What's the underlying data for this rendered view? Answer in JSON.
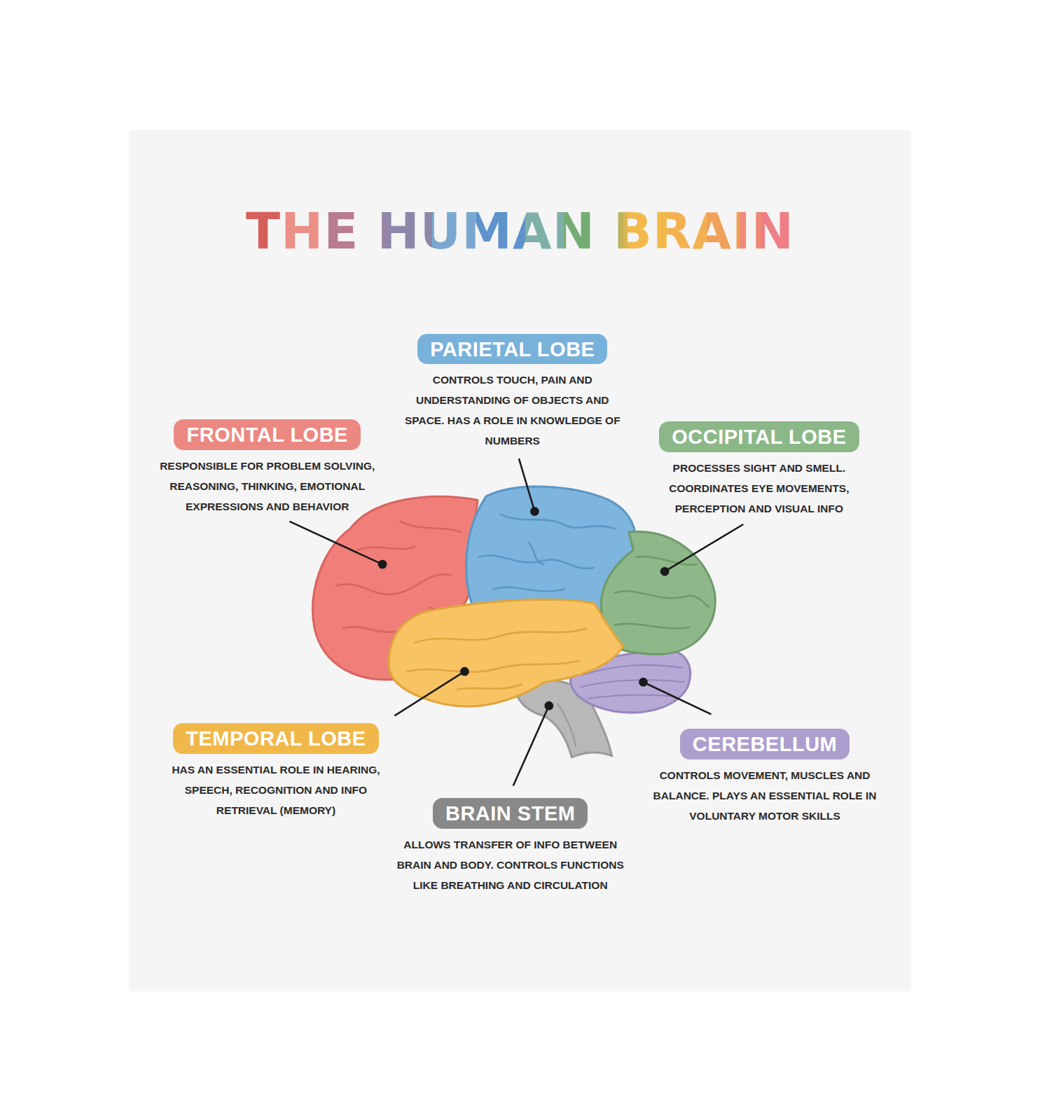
{
  "diagram": {
    "title": "THE HUMAN BRAIN",
    "nodes": [
      {
        "text": [
          "PARIETAL LOBE",
          "CONTROLS TOUCH, PAIN AND UNDERSTANDING OF OBJECTS AND SPACE. HAS A ROLE IN KNOWLEDGE OF NUMBERS"
        ]
      },
      {
        "text": [
          "FRONTAL LOBE",
          "RESPONSIBLE FOR PROBLEM SOLVING, REASONING, THINKING, EMOTIONAL EXPRESSIONS AND BEHAVIOR"
        ]
      },
      {
        "text": [
          "OCCIPITAL LOBE",
          "PROCESSES SIGHT AND SMELL. COORDINATES EYE MOVEMENTS, PERCEPTION AND VISUAL INFO"
        ]
      },
      {
        "text": [
          "TEMPORAL LOBE",
          "HAS AN ESSENTIAL ROLE IN HEARING, SPEECH, RECOGNITION AND INFO RETRIEVAL (MEMORY)"
        ]
      },
      {
        "text": [
          "CEREBELLUM",
          "CONTROLS MOVEMENT, MUSCLES AND BALANCE. PLAYS AN ESSENTIAL ROLE IN VOLUNTARY MOTOR SKILLS"
        ]
      },
      {
        "text": [
          "BRAIN STEM",
          "ALLOWS TRANSFER OF INFO BETWEEN BRAIN AND BODY. CONTROLS FUNCTIONS LIKE BREATHING AND CIRCULATION"
        ]
      }
    ]
  }
}
